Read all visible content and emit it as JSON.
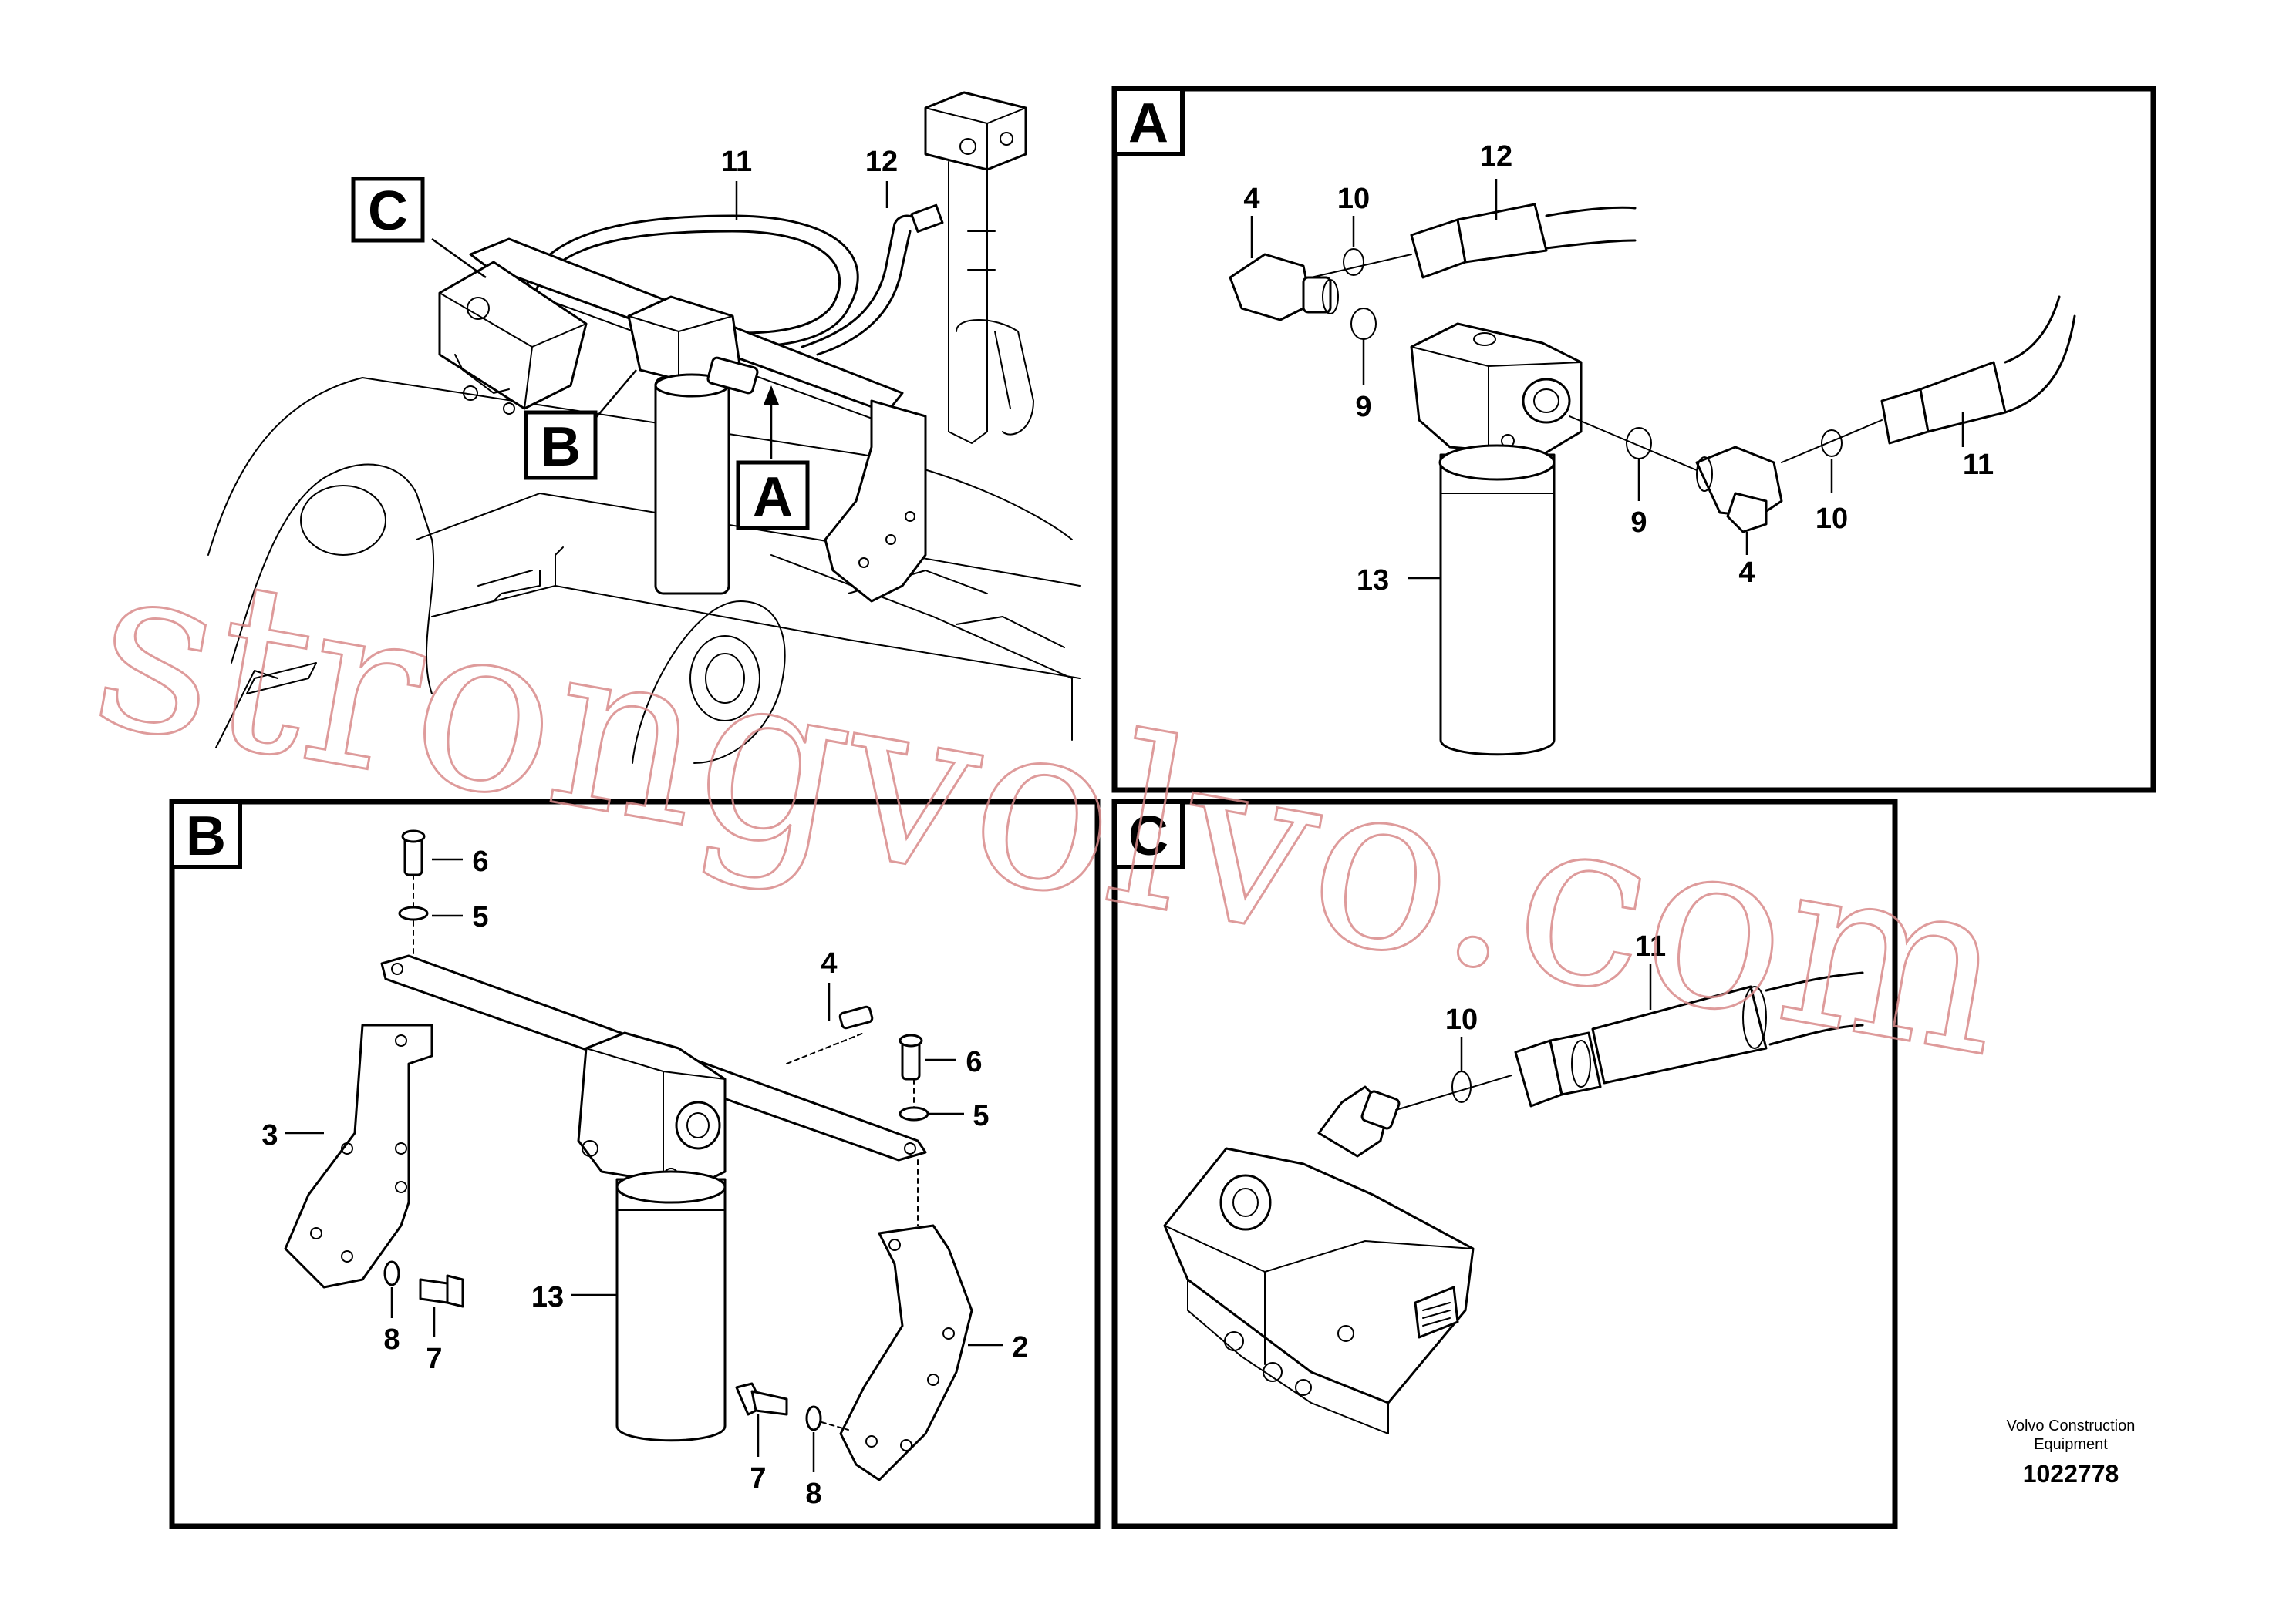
{
  "panels": {
    "A": "A",
    "B": "B",
    "C": "C"
  },
  "overview": {
    "labels": [
      "11",
      "12"
    ],
    "detail_markers": [
      "C",
      "B",
      "A"
    ]
  },
  "detail_a": {
    "letter": "A",
    "labels": [
      "4",
      "10",
      "12",
      "9",
      "9",
      "4",
      "10",
      "11",
      "13"
    ]
  },
  "detail_b": {
    "letter": "B",
    "labels": [
      "6",
      "5",
      "4",
      "6",
      "5",
      "3",
      "13",
      "8",
      "7",
      "2",
      "7",
      "8"
    ]
  },
  "detail_c": {
    "letter": "C",
    "labels": [
      "11",
      "10"
    ]
  },
  "footer": {
    "company_line1": "Volvo Construction",
    "company_line2": "Equipment",
    "drawing_number": "1022778"
  },
  "watermark": {
    "text": "strongvolvo.com",
    "color": "#d98a8a"
  },
  "colors": {
    "line": "#000000",
    "background": "#ffffff"
  }
}
